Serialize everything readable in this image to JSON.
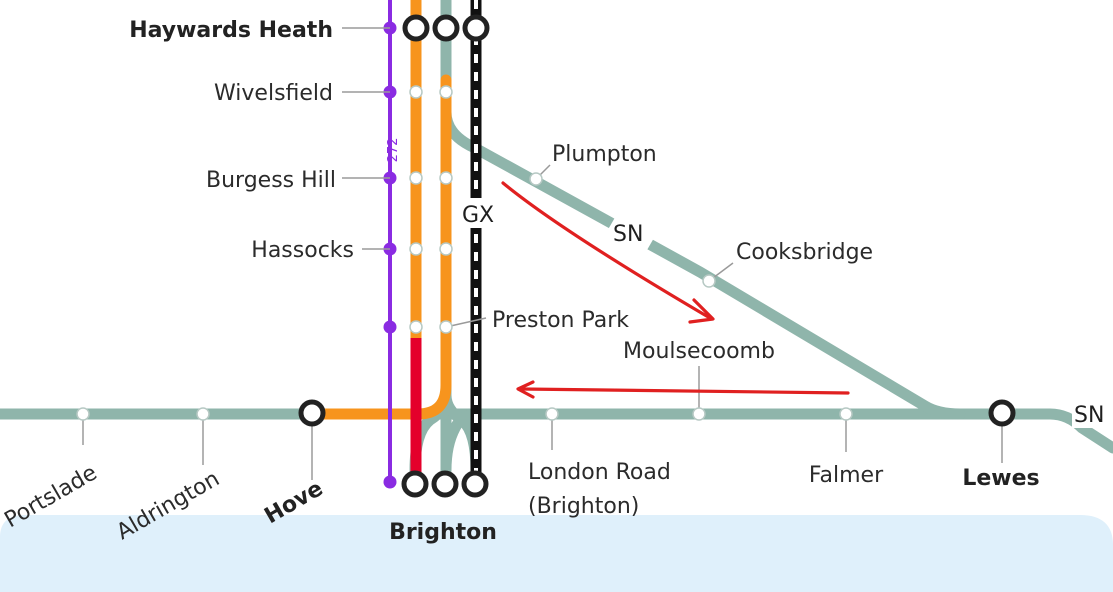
{
  "colors": {
    "sea": "#dff0fb",
    "southern": "#8fb5ab",
    "thameslink": "#f7941d",
    "thameslink_dark": "#e4002b",
    "gatwick_express": "#111111",
    "bus": "#8a2be2",
    "annotation": "#e02020",
    "station_ring": "#222222"
  },
  "stations": {
    "haywards_heath": "Haywards Heath",
    "wivelsfield": "Wivelsfield",
    "burgess_hill": "Burgess Hill",
    "hassocks": "Hassocks",
    "preston_park": "Preston Park",
    "plumpton": "Plumpton",
    "cooksbridge": "Cooksbridge",
    "moulsecoomb": "Moulsecoomb",
    "portslade": "Portslade",
    "aldrington": "Aldrington",
    "hove": "Hove",
    "brighton": "Brighton",
    "london_road_line1": "London Road",
    "london_road_line2": "(Brighton)",
    "falmer": "Falmer",
    "lewes": "Lewes"
  },
  "operators": {
    "gx": "GX",
    "sn": "SN",
    "sn_edge": "SN",
    "bus_route": "272"
  },
  "annotations": {
    "arrows": [
      "red-arrow-towards-lewes",
      "red-arrow-towards-brighton"
    ]
  }
}
